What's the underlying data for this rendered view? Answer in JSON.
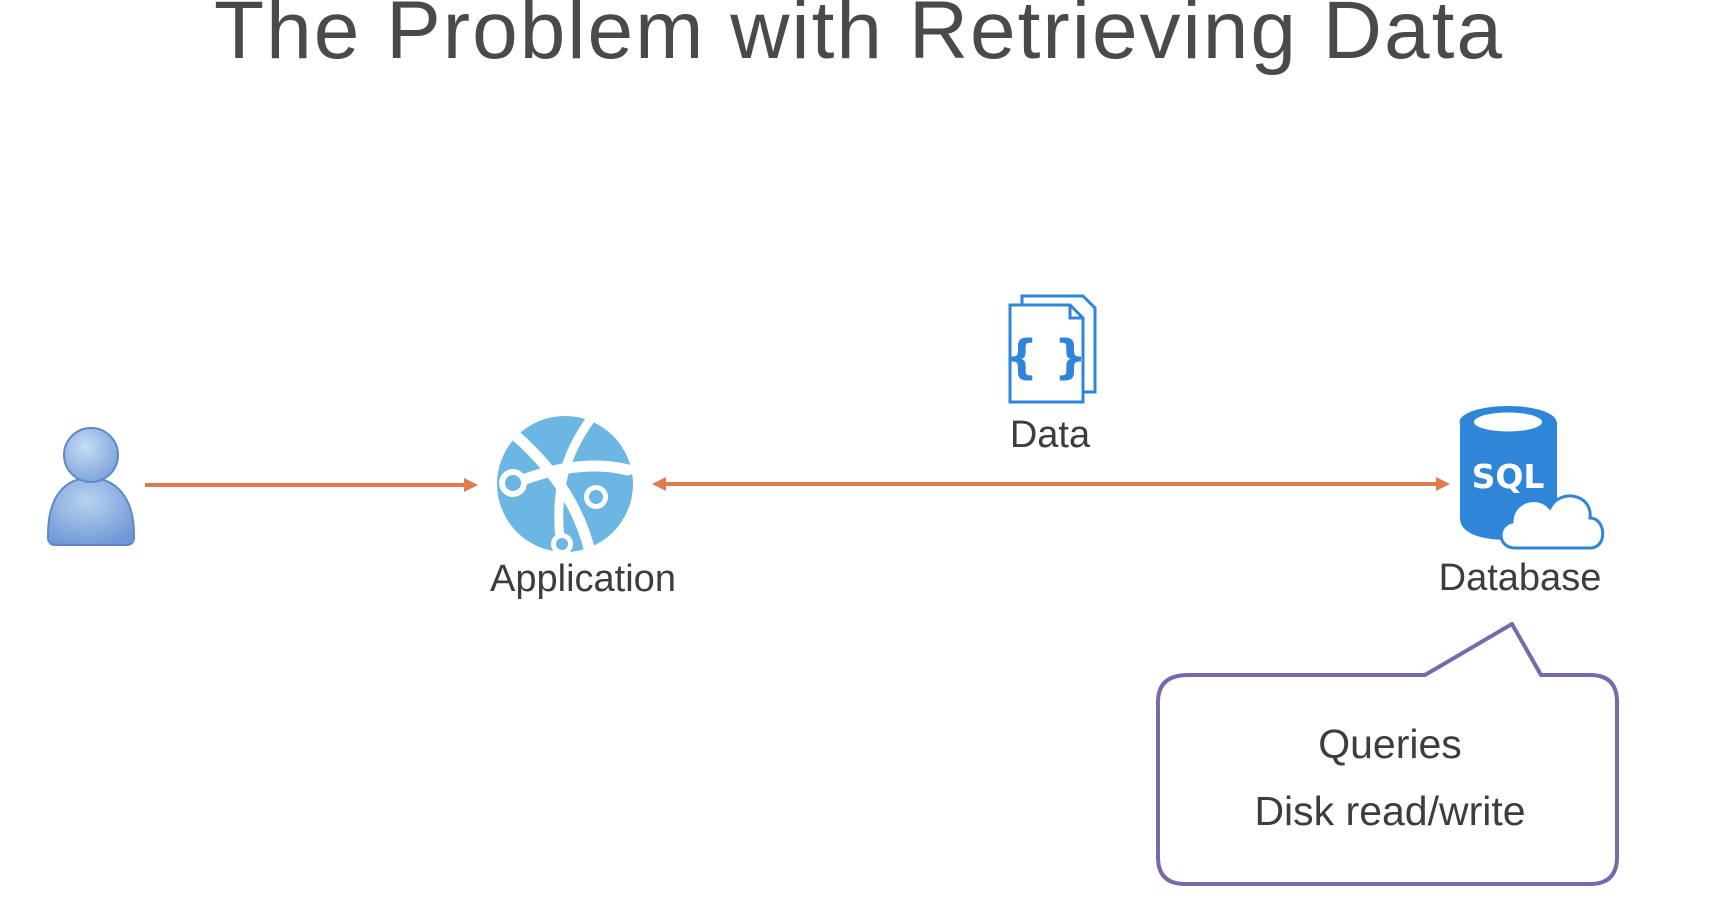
{
  "slide": {
    "title": "The Problem with Retrieving Data"
  },
  "diagram": {
    "nodes": {
      "user": {
        "icon": "user-icon",
        "label": ""
      },
      "application": {
        "icon": "azure-web-app-icon",
        "label": "Application"
      },
      "data": {
        "icon": "json-document-icon",
        "label": "Data",
        "glyph": "{ }"
      },
      "database": {
        "icon": "sql-database-icon",
        "label": "Database",
        "badge": "SQL"
      }
    },
    "callout": {
      "line1": "Queries",
      "line2": "Disk read/write"
    },
    "colors": {
      "arrow": "#e07b4f",
      "callout_border": "#7a68ad",
      "icon_blue": "#2f86d8",
      "app_blue": "#6cb6e3",
      "user_blue": "#8fb3e3",
      "text": "#3d3d3d"
    }
  }
}
